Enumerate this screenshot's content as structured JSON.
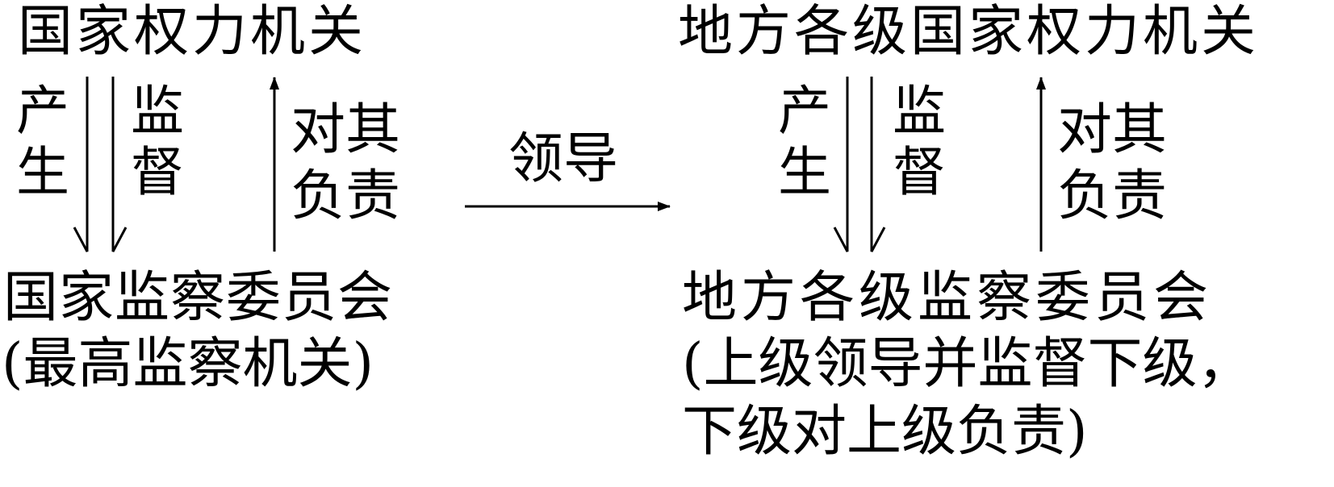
{
  "left": {
    "top_box": "国家权力机关",
    "produce": [
      "产",
      "生"
    ],
    "supervise": [
      "监",
      "督"
    ],
    "responsible": [
      "对其",
      "负责"
    ],
    "bottom_box": "国家监察委员会",
    "bottom_note": "(最高监察机关)"
  },
  "middle": {
    "lead": "领导"
  },
  "right": {
    "top_box": "地方各级国家权力机关",
    "produce": [
      "产",
      "生"
    ],
    "supervise": [
      "监",
      "督"
    ],
    "responsible": [
      "对其",
      "负责"
    ],
    "bottom_box": "地方各级监察委员会",
    "bottom_note_1": "(上级领导并监督下级，",
    "bottom_note_2": "下级对上级负责)"
  }
}
